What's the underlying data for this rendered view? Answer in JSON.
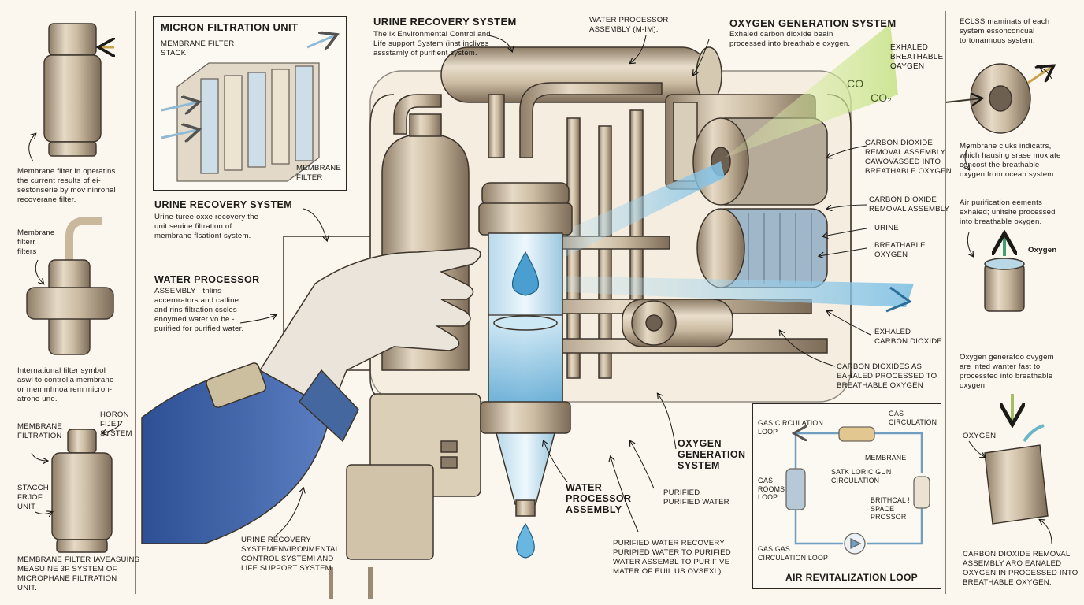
{
  "left": {
    "caption1": "Membrane filter in operatins\nthe current results of ei-\nsestonserie by mov ninronal\nrecoverane filter.",
    "caption2": "Membrane\nfilterr\nfilters",
    "caption3": "International filter symbol\naswl to controlla membrane\nor memmhnoa rem micron-\natrone une.",
    "caption4": "MEMBRANE\nFILTRATION",
    "caption5": "HORON\nFIJET\nSYSTEM",
    "caption6": "STACCH\nFRJOF\nUNIT",
    "caption7": "MEMBRANE FILTER IAVEASUINS\nMEASUINE 3P SYSTEM OF\nMICROPHANE FILTRATION\nUNIT."
  },
  "micron": {
    "title": "MICRON FILTRATION UNIT",
    "stack_label": "MEMBRANE FILTER\nSTACK",
    "membrane_label": "MEMBRANE\nFILTER"
  },
  "urine_top": {
    "title": "URINE RECOVERY SYSTEM",
    "text": "The ix Environmental Control and\nLife support System (inst inclives\nassstamly of purifient system."
  },
  "wpa_top": "WATER PROCESSOR\nASSEMBLY (m-im).",
  "oxygen_top": {
    "title": "OXYGEN GENERATION SYSTEM",
    "text": "Exhaled carbon dioxide beain\nprocessed into breathable oxygen."
  },
  "breathable_oxygen_top": "EXHALED\nBREATHABLE\nOAYGEN",
  "co2_a": "CO",
  "co2_b": "CO₂",
  "urine_mid": {
    "title": "URINE RECOVERY SYSTEM",
    "text": "Urine-turee oxxe recovery the\nunit seuine filtration of\nmembrane flsationt system."
  },
  "wpa_mid": {
    "title": "WATER PROCESSOR",
    "text": "ASSEMBLY · tnlins\naccerorators and catline\nand rins filtration cscles\nenoymed water vo be -\npurified for purified water."
  },
  "right_labels": {
    "l1": "CARBON DIOXIDE\nREMOVAL ASSEMBLY\ncawovassed into\nbreathable oxygen",
    "l2": "CARBON DIOXIDE\nREMOVAL ASSEMBLY",
    "l3": "URINE",
    "l4": "BREATHABLE\nOXYGEN",
    "l5": "EXHALED\nCARBON DIOXIDE",
    "l6": "CARBON DIOXIDES AS\nEAHALED PROCESSED TO\nBREATHABLE OXYGEN"
  },
  "bottom": {
    "urine_recovery": "URINE RECOVERY\nSYSTEMENVIRONMENTAL\nCONTROL SYSTEMI AND\nLIFE SUPPORT SYSTEM.",
    "water_processor": "WATER\nPROCESSOR\nASSEMBLY",
    "oxygen_generation": "OXYGEN\nGENERATION\nSYSTEM",
    "purified": "PURIFIED\nPURIFIED WATER",
    "purified_recovery": "PURIFIED WATER RECOVERY\nPURIPIED WATER TO PURIFIED\nWATER ASSEMBL TO PURIFIVE\nMATER OF EUIL US OVSEXL)."
  },
  "air_loop": {
    "title": "AIR REVITALIZATION LOOP",
    "gas_circ_loop": "GAS CIRCULATION\nLOOP",
    "gas_circ": "GAS\nCIRCULATION",
    "membrane": "MEMBRANE",
    "gas_rooms": "GAS\nROOMS\nLOOP",
    "satk": "SATK LORIC GUN\nCIRCULATION",
    "brithcal": "BRITHCAL !\nSPACE\nPROSSOR",
    "gas_gas": "GAS GAS\nCIRCULATION LOOP"
  },
  "far_right": {
    "c1": "ECLSS maminats of each\nsystem essonconcual\ntortonannous system.",
    "c2": "Membrane cluks indicatrs,\nwhich hausing srase moxiate\nconcost the breathable\noxygen from ocean system.",
    "c3": "Air purification eements\nexhaled; unitsite processed\ninto breathable oxygen.",
    "oxygen1": "Oxygen",
    "c4": "Oxygen generatoo ovygem\nare inted wanter fast to\nprocessted into breathable\noxygen.",
    "oxygen2": "OXYGEN",
    "c5": "CARBON DIOXIDE REMOVAL\nASSEMBLY aro EANALED\nOXYGEN in PROCESSED INTO\nBREATHABLE OXYGEN."
  }
}
